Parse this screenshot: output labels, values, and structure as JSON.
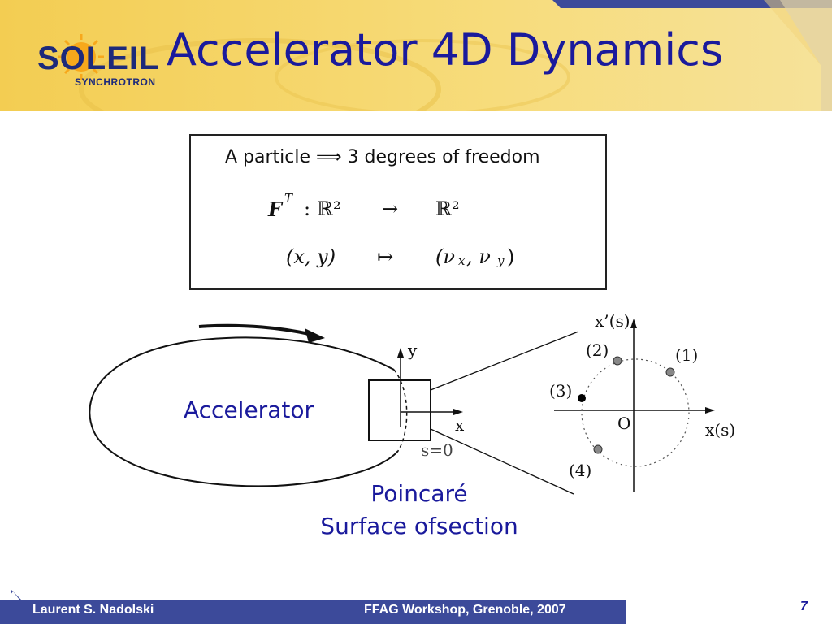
{
  "slide": {
    "title": "Accelerator 4D Dynamics",
    "logo": {
      "name": "SOLEIL",
      "sub": "SYNCHROTRON"
    },
    "formula": {
      "line1": "A particle ⟹ 3 degrees of freedom",
      "line2": {
        "lhs": "F",
        "sup": "T",
        "colon": ":",
        "domain": "ℝ²",
        "arrow": "→",
        "codomain": "ℝ²"
      },
      "line3": {
        "lhs": "(x, y)",
        "arrow": "↦",
        "rhs": "(ν",
        "sub_x": "x",
        "comma": ", ν",
        "sub_y": "y",
        "close": ")"
      }
    },
    "diagram": {
      "accelerator_label": "Accelerator",
      "axis_y": "y",
      "axis_x": "x",
      "section_label": "s=0",
      "phase_axis_v": "x’(s)",
      "phase_axis_h": "x(s)",
      "origin": "O",
      "points": [
        "(1)",
        "(2)",
        "(3)",
        "(4)"
      ],
      "poincare_line1": "Poincaré",
      "poincare_line2": "Surface ofsection"
    },
    "footer": {
      "author": "Laurent S. Nadolski",
      "event": "FFAG Workshop, Grenoble, 2007",
      "page": "7"
    },
    "colors": {
      "title": "#1a1a9c",
      "header_yellow": "#f6d25a",
      "footer_blue": "#3c4a9a"
    }
  }
}
